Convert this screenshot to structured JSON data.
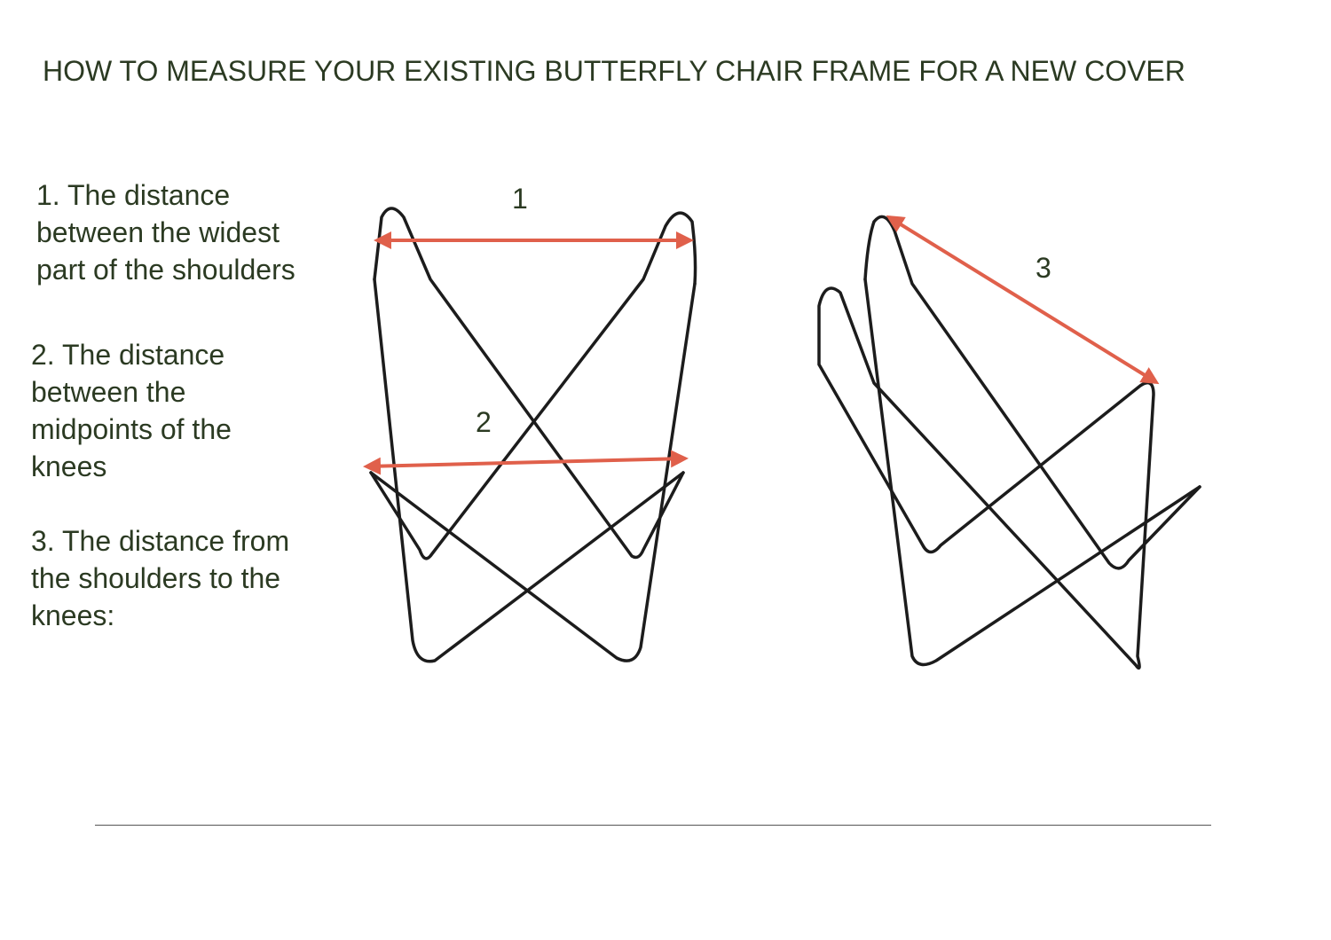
{
  "title": "HOW TO MEASURE YOUR EXISTING BUTTERFLY CHAIR FRAME FOR A NEW COVER",
  "instructions": [
    {
      "number": "1",
      "text": "1. The distance\nbetween the  widest\npart of the  shoulders"
    },
    {
      "number": "2",
      "text": "2. The distance\nbetween  the\nmidpoints of the\nknees"
    },
    {
      "number": "3",
      "text": "3. The distance from\nthe  shoulders to the\nknees:"
    }
  ],
  "measure_labels": {
    "m1": "1",
    "m2": "2",
    "m3": "3"
  },
  "colors": {
    "text": "#2b3a22",
    "arrow": "#e0604b",
    "frame": "#1c1c1c"
  }
}
